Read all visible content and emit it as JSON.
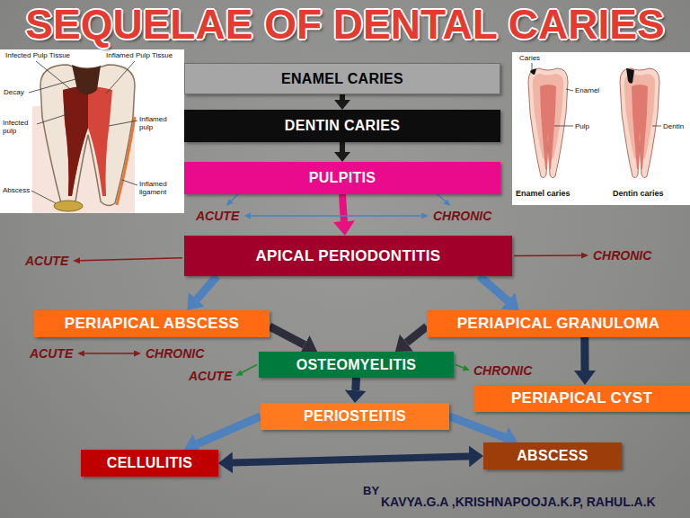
{
  "diagram": {
    "title": "SEQUELAE OF DENTAL CARIES",
    "nodes": [
      {
        "text": [
          "ENAMEL CARIES"
        ]
      },
      {
        "text": [
          "DENTIN CARIES"
        ]
      },
      {
        "text": [
          "PULPITIS"
        ]
      },
      {
        "text": [
          "APICAL PERIODONTITIS"
        ]
      },
      {
        "text": [
          "PERIAPICAL ABSCESS"
        ]
      },
      {
        "text": [
          "PERIAPICAL GRANULOMA"
        ]
      },
      {
        "text": [
          "OSTEOMYELITIS"
        ]
      },
      {
        "text": [
          "PERIAPICAL CYST"
        ]
      },
      {
        "text": [
          "PERIOSTEITIS"
        ]
      },
      {
        "text": [
          "CELLULITIS"
        ]
      },
      {
        "text": [
          "ABSCESS"
        ]
      }
    ],
    "edges": [
      {
        "from": 0,
        "to": 1,
        "arrow": "to"
      },
      {
        "from": 1,
        "to": 2,
        "arrow": "to"
      },
      {
        "from": 2,
        "to": 3,
        "arrow": "to"
      },
      {
        "from": 3,
        "to": 4,
        "arrow": "to"
      },
      {
        "from": 3,
        "to": 5,
        "arrow": "to"
      },
      {
        "from": 4,
        "to": 6,
        "arrow": "to"
      },
      {
        "from": 5,
        "to": 6,
        "arrow": "to"
      },
      {
        "from": 5,
        "to": 7,
        "arrow": "to"
      },
      {
        "from": 6,
        "to": 8,
        "arrow": "to"
      },
      {
        "from": 8,
        "to": 9,
        "arrow": "to"
      },
      {
        "from": 8,
        "to": 10,
        "arrow": "to"
      },
      {
        "from": 9,
        "to": 10,
        "arrow": "both"
      }
    ],
    "labels": [
      "Infected Pulp Tissue",
      "Inflamed Pulp Tissue",
      "Decay",
      "Infected pulp",
      "Inflamed pulp",
      "Abscess",
      "Inflamed ligament",
      "Caries",
      "Enamel",
      "Pulp",
      "Dentin",
      "Enamel caries",
      "Dentin caries",
      "ACUTE",
      "CHRONIC",
      "ACUTE",
      "CHRONIC",
      "ACUTE",
      "CHRONIC",
      "ACUTE",
      "CHRONIC",
      "BY",
      "KAVYA.G.A ,KRISHNAPOOJA.K.P, RAHUL.A.K"
    ]
  }
}
